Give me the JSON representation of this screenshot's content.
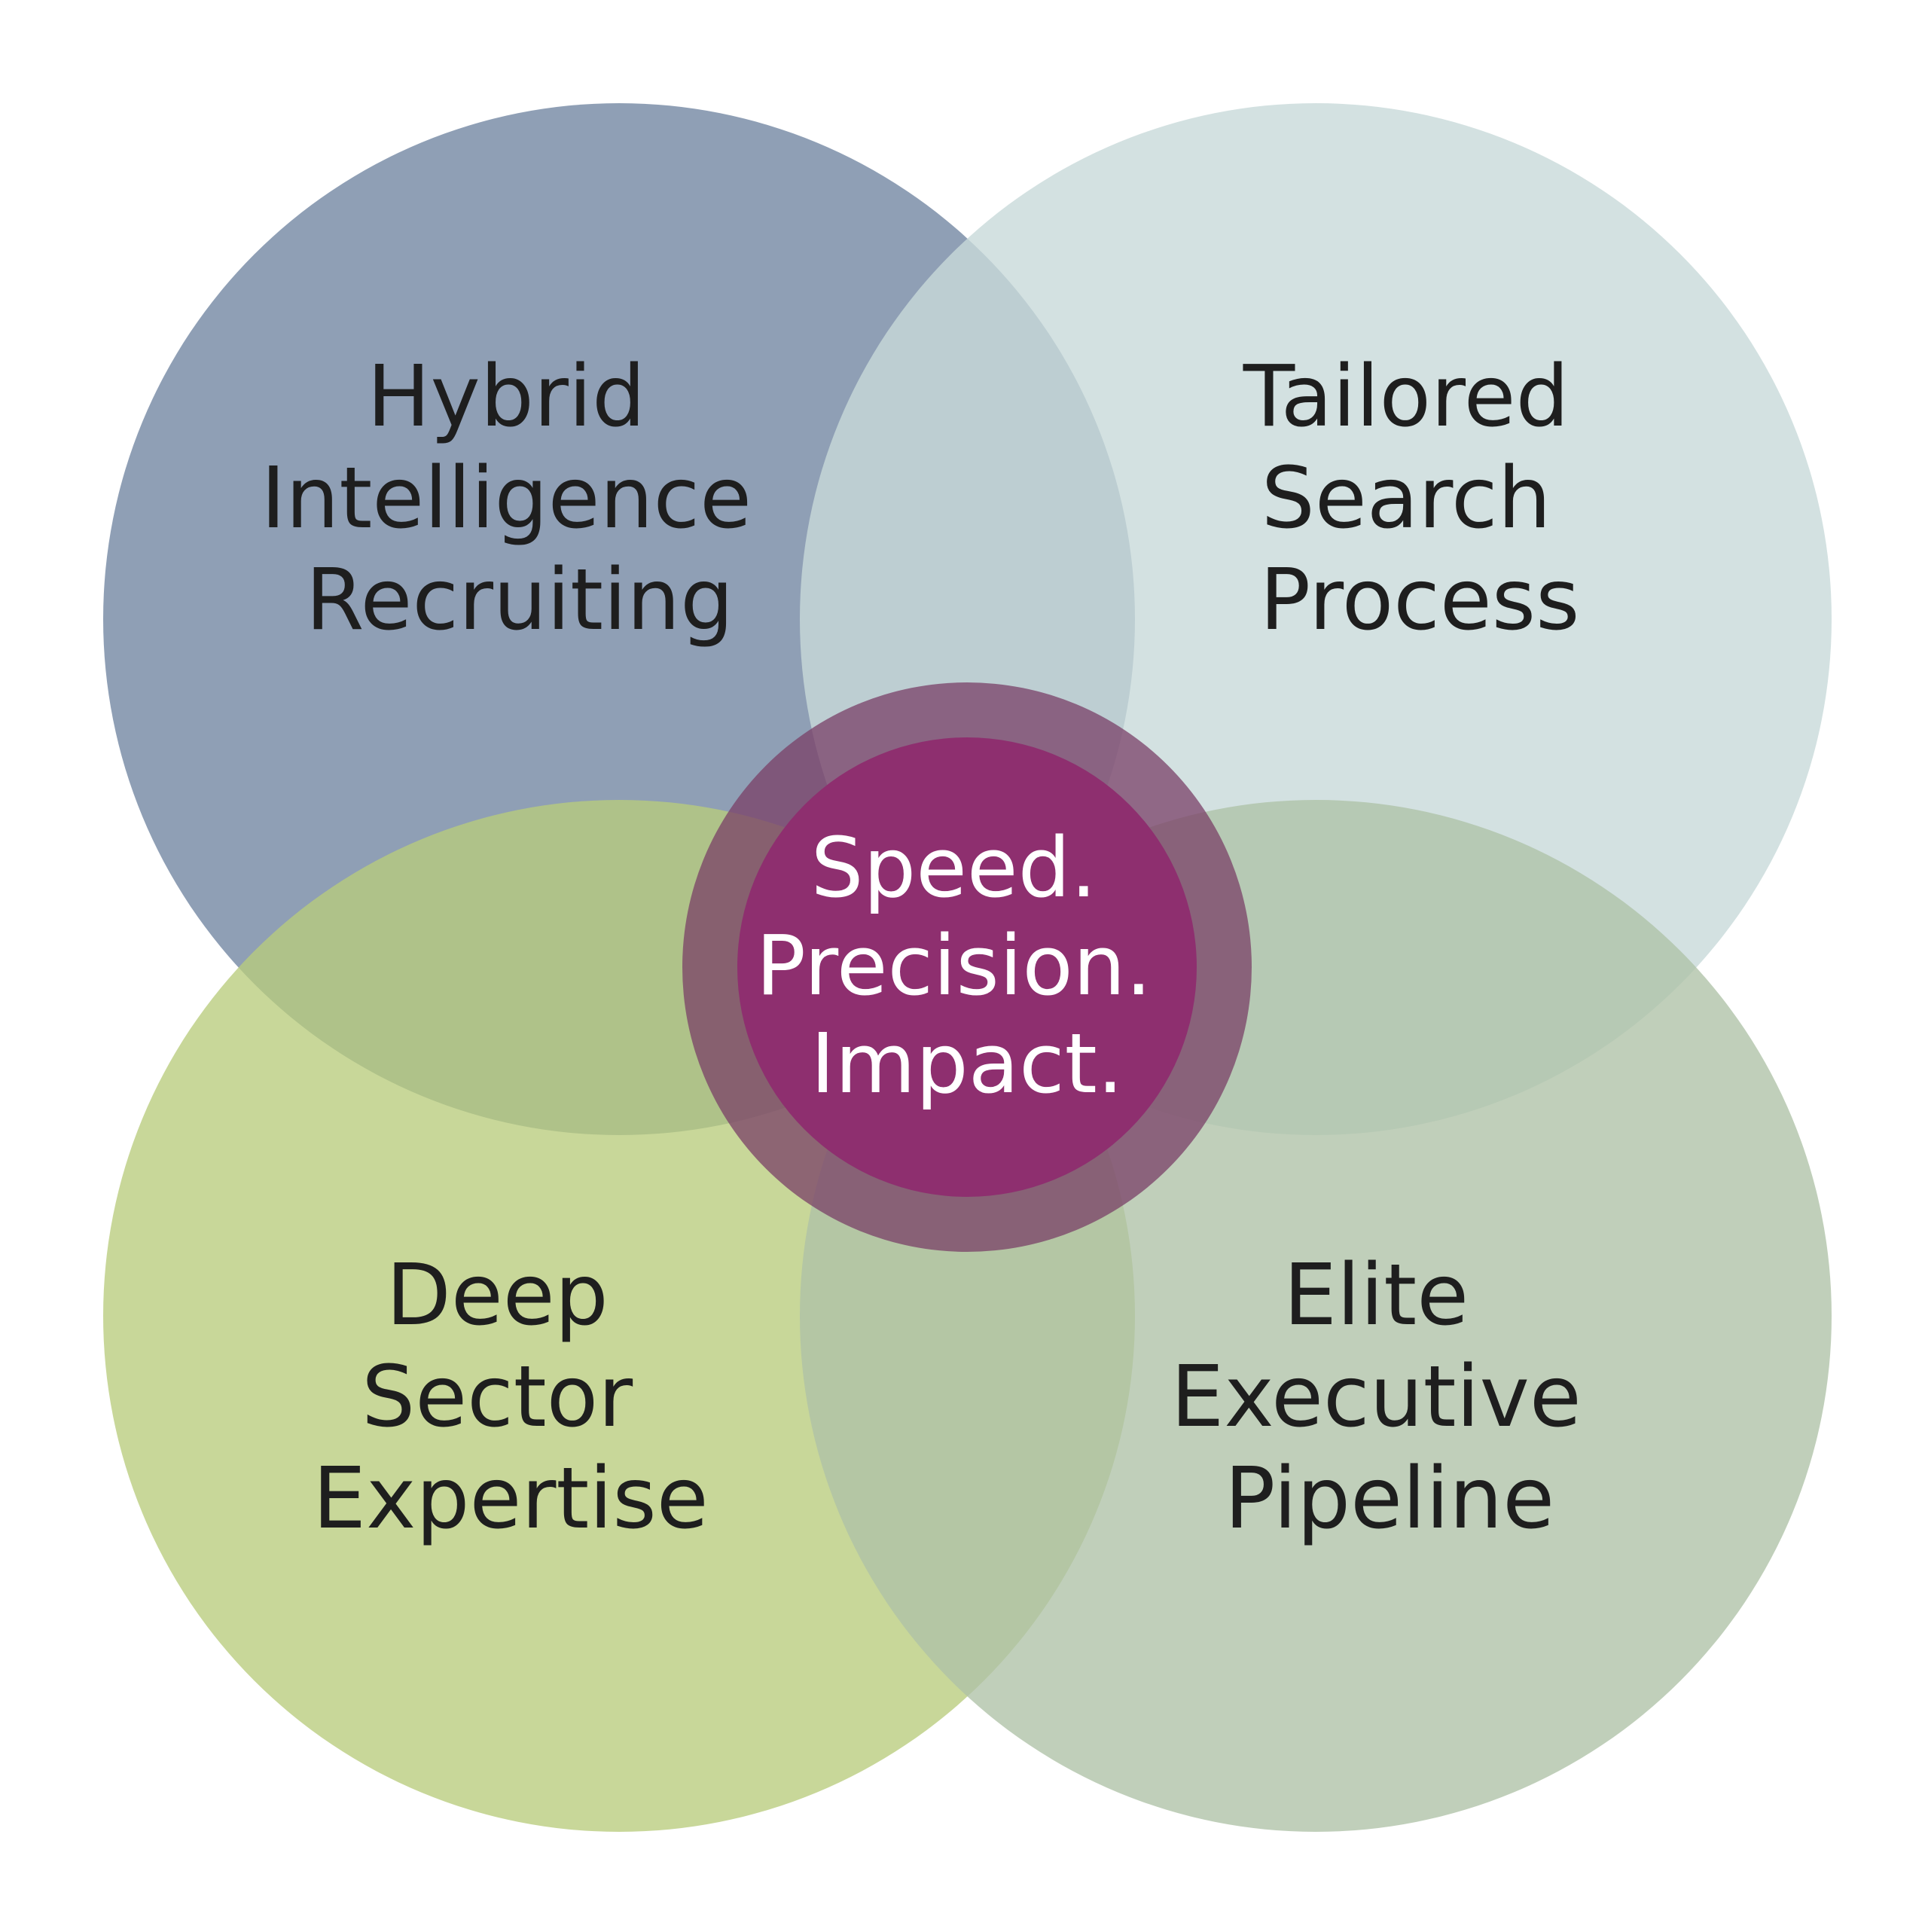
{
  "diagram": {
    "circles": [
      {
        "id": "top-left",
        "color": "#7b8ea8",
        "lines": [
          "Hybrid",
          "Intelligence",
          "Recruiting"
        ]
      },
      {
        "id": "top-right",
        "color": "#c8d9d9",
        "lines": [
          "Tailored",
          "Search",
          "Process"
        ]
      },
      {
        "id": "bottom-left",
        "color": "#b8cc7c",
        "lines": [
          "Deep",
          "Sector",
          "Expertise"
        ]
      },
      {
        "id": "bottom-right",
        "color": "#aec2a6",
        "lines": [
          "Elite",
          "Executive",
          "Pipeline"
        ]
      }
    ],
    "center": {
      "ring_color": "#7a3f67",
      "core_color": "#8e2f6f",
      "lines": [
        "Speed.",
        "Precision.",
        "Impact."
      ]
    }
  }
}
